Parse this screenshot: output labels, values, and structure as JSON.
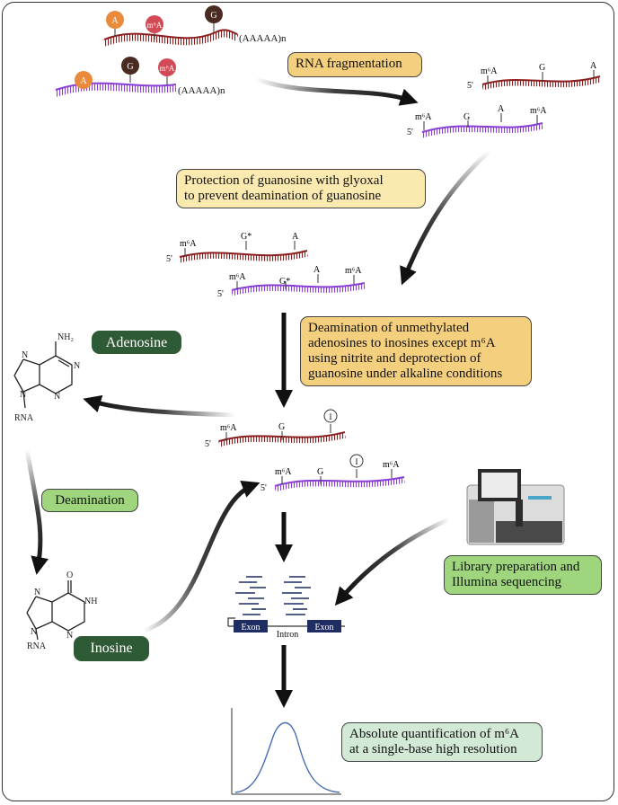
{
  "steps": {
    "fragmentation": "RNA fragmentation",
    "protection": "Protection of guanosine  with glyoxal\nto prevent deamination of guanosine",
    "deamination_step": "Deamination of unmethylated\nadenosines to inosines except m⁶A\nusing nitrite and deprotection of\nguanosine under alkaline conditions",
    "library": "Library preparation and\nIllumina sequencing",
    "quantification": "Absolute quantification of m⁶A\nat a single-base high resolution"
  },
  "chemistry": {
    "adenosine": "Adenosine",
    "deamination": "Deamination",
    "inosine": "Inosine",
    "nh2": "NH₂",
    "nh": "NH",
    "o": "O",
    "n": "N",
    "rna": "RNA"
  },
  "rna": {
    "polya": "(AAAAA)n",
    "five_prime": "5'",
    "m6a": "m⁶A",
    "a": "A",
    "g": "G",
    "g_star": "G*",
    "inosine_mark": "I"
  },
  "genome": {
    "exon": "Exon",
    "intron": "Intron"
  },
  "colors": {
    "strand_red": "#8b1f1f",
    "strand_purple": "#8a3fd6",
    "bead_a": "#e98a3c",
    "bead_m6a": "#d24a55",
    "bead_g": "#4a2b22",
    "exon": "#1f2d63",
    "curve": "#4a6fb0"
  }
}
